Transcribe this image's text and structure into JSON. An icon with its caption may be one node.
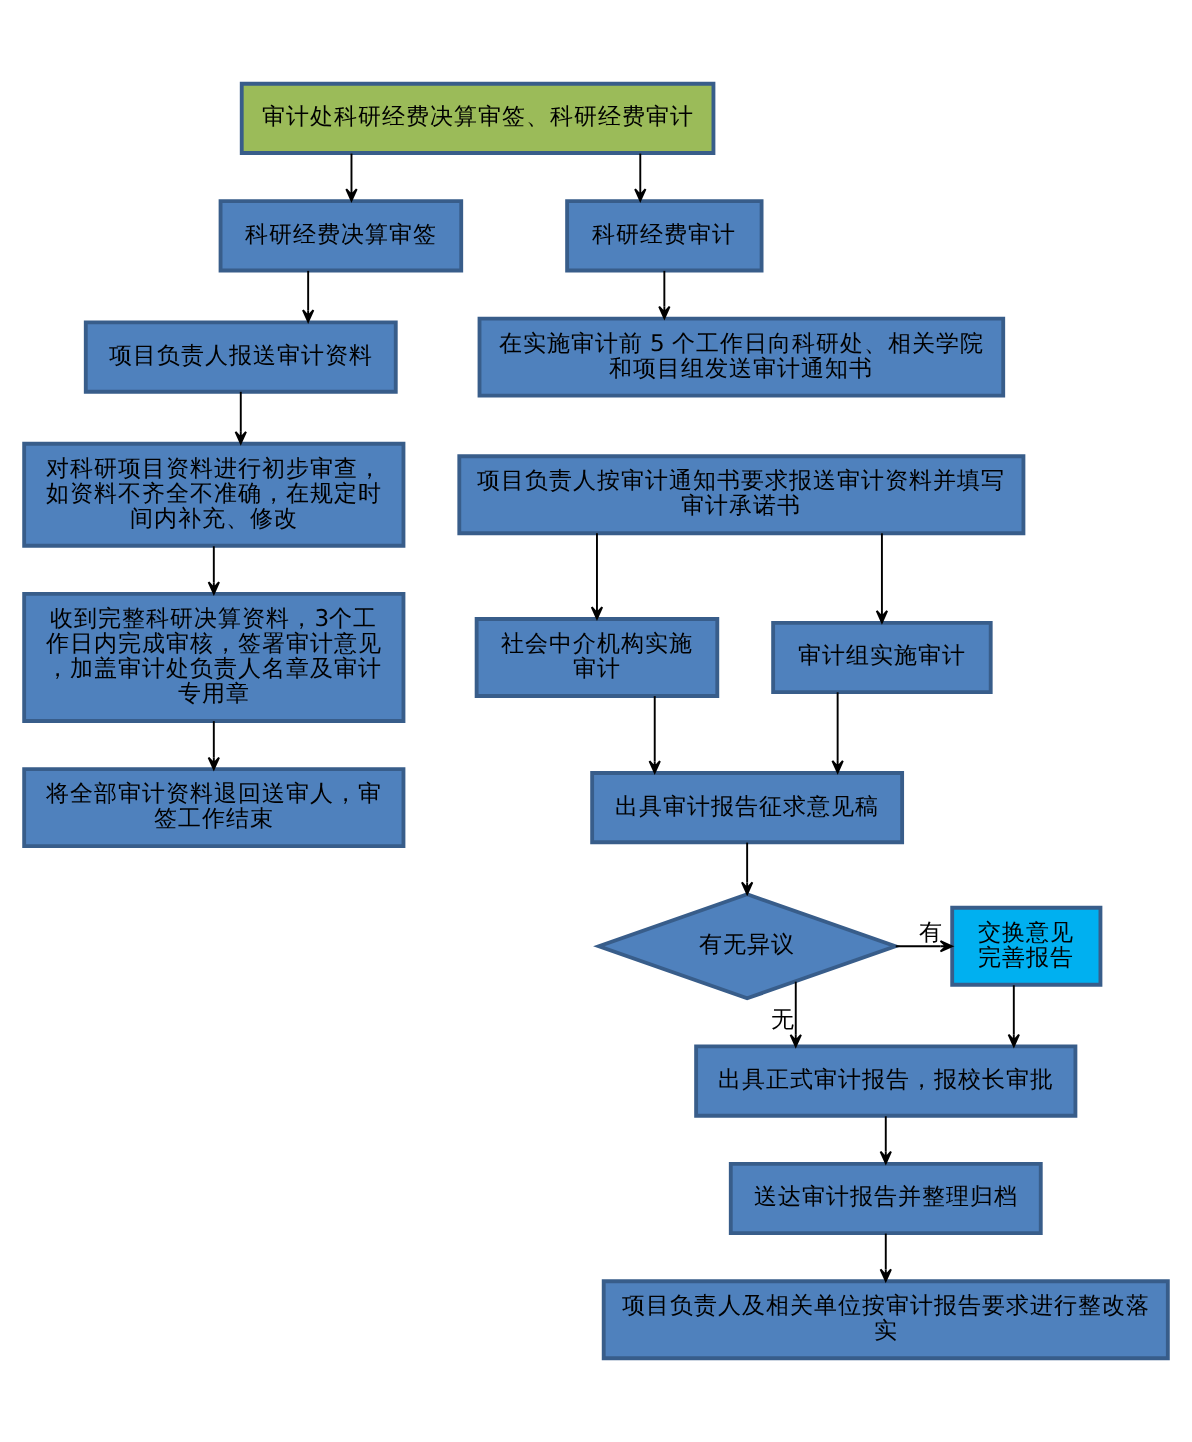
{
  "diagram": {
    "nodes": [
      {
        "text": [
          "审计处科研经费决算审签、科研经费审计"
        ]
      },
      {
        "text": [
          "科研经费决算审签"
        ]
      },
      {
        "text": [
          "项目负责人报送审计资料"
        ]
      },
      {
        "text": [
          "对科研项目资料进行初步审查，如资料不齐全不准确，在规定时间内补充、修改"
        ]
      },
      {
        "text": [
          "收到完整科研决算资料，3个工作日内完成审核，签署审计意见，加盖审计处负责人名章及审计专用章"
        ]
      },
      {
        "text": [
          "将全部审计资料退回送审人，审签工作结束"
        ]
      },
      {
        "text": [
          "科研经费审计"
        ]
      },
      {
        "text": [
          "在实施审计前 5 个工作日向科研处、相关学院和项目组发送审计通知书"
        ]
      },
      {
        "text": [
          "项目负责人按审计通知书要求报送审计资料并填写审计承诺书"
        ]
      },
      {
        "text": [
          "社会中介机构实施审计"
        ]
      },
      {
        "text": [
          "审计组实施审计"
        ]
      },
      {
        "text": [
          "出具审计报告征求意见稿"
        ]
      },
      {
        "text": [
          "有无异议"
        ]
      },
      {
        "text": [
          "交换意见完善报告"
        ]
      },
      {
        "text": [
          "出具正式审计报告，报校长审批"
        ]
      },
      {
        "text": [
          "送达审计报告并整理归档"
        ]
      },
      {
        "text": [
          "项目负责人及相关单位按审计报告要求进行整改落实"
        ]
      }
    ],
    "edges": [
      {
        "from": 0,
        "to": 1,
        "arrow": "to"
      },
      {
        "from": 0,
        "to": 6,
        "arrow": "to"
      },
      {
        "from": 1,
        "to": 2,
        "arrow": "to"
      },
      {
        "from": 2,
        "to": 3,
        "arrow": "to"
      },
      {
        "from": 3,
        "to": 4,
        "arrow": "to"
      },
      {
        "from": 4,
        "to": 5,
        "arrow": "to"
      },
      {
        "from": 6,
        "to": 7,
        "arrow": "to"
      },
      {
        "from": 8,
        "to": 9,
        "arrow": "to"
      },
      {
        "from": 8,
        "to": 10,
        "arrow": "to"
      },
      {
        "from": 9,
        "to": 11,
        "arrow": "to"
      },
      {
        "from": 10,
        "to": 11,
        "arrow": "to"
      },
      {
        "from": 11,
        "to": 12,
        "arrow": "to"
      },
      {
        "from": 12,
        "to": 13,
        "arrow": "to",
        "label": "有"
      },
      {
        "from": 12,
        "to": 14,
        "arrow": "to",
        "label": "无"
      },
      {
        "from": 13,
        "to": 14,
        "arrow": "to"
      },
      {
        "from": 14,
        "to": 15,
        "arrow": "to"
      },
      {
        "from": 15,
        "to": 16,
        "arrow": "to"
      }
    ]
  }
}
